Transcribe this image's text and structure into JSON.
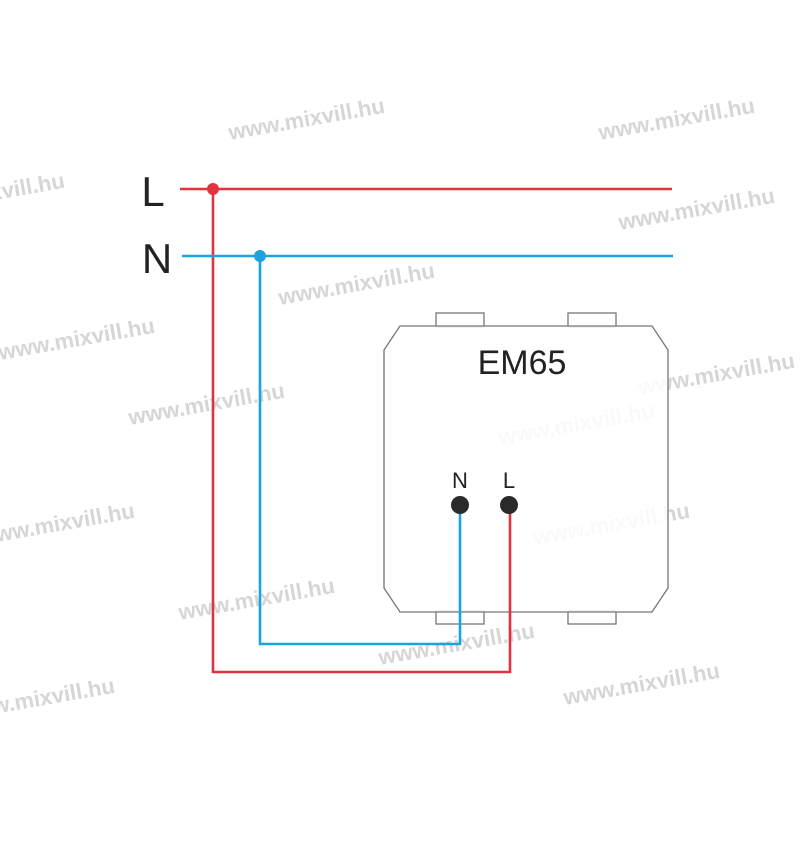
{
  "diagram": {
    "supply_labels": {
      "live": "L",
      "neutral": "N"
    },
    "device": {
      "name": "EM65",
      "terminals": [
        {
          "label": "N"
        },
        {
          "label": "L"
        }
      ]
    },
    "colors": {
      "live": "#e2323e",
      "neutral": "#1ba3dd",
      "outline": "#777777",
      "terminal": "#2a2a2a"
    },
    "watermark": "www.mixvill.hu"
  }
}
